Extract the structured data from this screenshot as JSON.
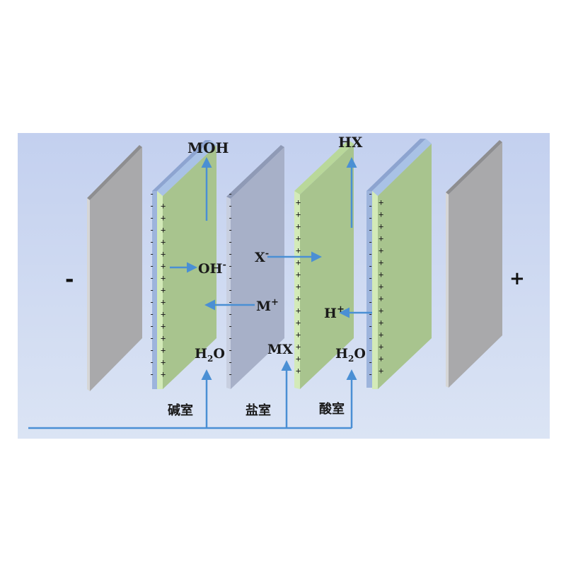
{
  "electrodes": {
    "cathode_sign": "-",
    "anode_sign": "+"
  },
  "membrane_signs": {
    "positive": "+",
    "negative": "-"
  },
  "species": {
    "moh": "MOH",
    "hx": "HX",
    "oh": "OH",
    "oh_charge": "-",
    "x": "X",
    "x_charge": "-",
    "m": "M",
    "m_charge": "+",
    "h": "H",
    "h_charge": "+",
    "mx": "MX",
    "h2o_h": "H",
    "h2o_sub": "2",
    "h2o_o": "O"
  },
  "rooms": {
    "base": "碱室",
    "salt": "盐室",
    "acid": "酸室"
  },
  "colors": {
    "arrow": "#4a8fd4",
    "electrode": "#a9a9ab",
    "blue_layer": "#9db4dc",
    "green_layer": "#a8c48e",
    "light_green": "#d3eab8",
    "salt_membrane": "#a7b0c8"
  }
}
